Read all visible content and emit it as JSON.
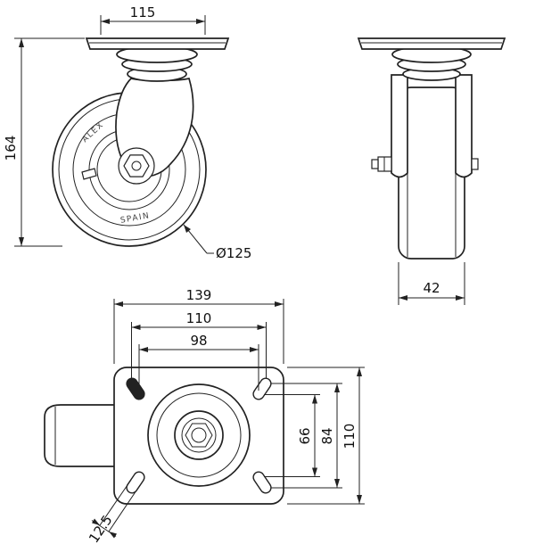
{
  "drawing": {
    "type": "caster-wheel-technical-drawing",
    "background_color": "#ffffff",
    "line_color": "#222222"
  },
  "front_view": {
    "plate_width": "115",
    "overall_height": "164",
    "wheel_diameter": "Ø125",
    "wheel_mark_top": "ALEX",
    "wheel_mark_bottom": "SPAIN"
  },
  "side_view": {
    "wheel_width": "42"
  },
  "top_view": {
    "plate_length": "139",
    "bolt_spacing_wide": "110",
    "bolt_spacing_narrow": "98",
    "bolt_spacing_vert_narrow": "66",
    "bolt_spacing_vert_wide": "84",
    "plate_width": "110",
    "slot_width": "12.5"
  }
}
